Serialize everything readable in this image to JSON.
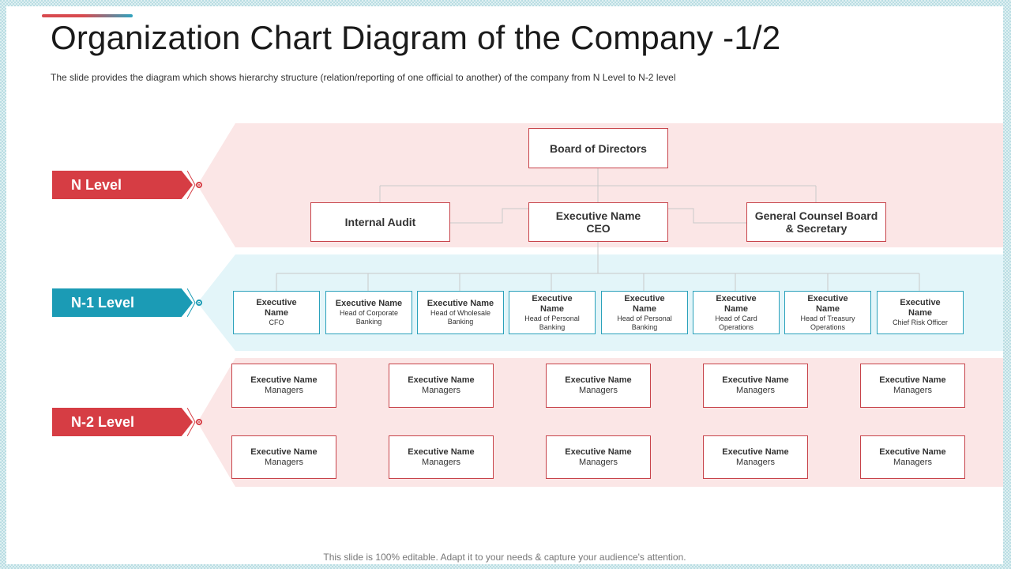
{
  "title": "Organization Chart Diagram of the Company -1/2",
  "subtitle": "The slide provides  the diagram which shows hierarchy structure (relation/reporting  of one official to another)  of the company from N Level  to N-2  level",
  "footer": "This slide is 100% editable. Adapt it to your needs & capture your audience's attention.",
  "colors": {
    "red": "#d63d44",
    "teal": "#1b9bb5",
    "pink_band": "#fbe6e6",
    "blue_band": "#e3f5f9"
  },
  "levels": [
    {
      "label": "N Level"
    },
    {
      "label": "N-1 Level"
    },
    {
      "label": "N-2 Level"
    }
  ],
  "n_level": {
    "board": {
      "name": "Board of Directors"
    },
    "internal_audit": {
      "name": "Internal Audit"
    },
    "ceo": {
      "name": "Executive Name",
      "role": "CEO"
    },
    "counsel": {
      "name": "General Counsel Board & Secretary"
    }
  },
  "n1_level": [
    {
      "name": "Executive Name",
      "role": "CFO"
    },
    {
      "name": "Executive Name",
      "role": "Head of Corporate Banking"
    },
    {
      "name": "Executive Name",
      "role": "Head of Wholesale Banking"
    },
    {
      "name": "Executive Name",
      "role": "Head of Personal Banking"
    },
    {
      "name": "Executive Name",
      "role": "Head of Personal Banking"
    },
    {
      "name": "Executive Name",
      "role": "Head of Card Operations"
    },
    {
      "name": "Executive Name",
      "role": "Head of Treasury Operations"
    },
    {
      "name": "Executive Name",
      "role": "Chief Risk Officer"
    }
  ],
  "n2_level": [
    {
      "name": "Executive Name",
      "role": "Managers"
    },
    {
      "name": "Executive Name",
      "role": "Managers"
    },
    {
      "name": "Executive Name",
      "role": "Managers"
    },
    {
      "name": "Executive Name",
      "role": "Managers"
    },
    {
      "name": "Executive Name",
      "role": "Managers"
    },
    {
      "name": "Executive Name",
      "role": "Managers"
    },
    {
      "name": "Executive Name",
      "role": "Managers"
    },
    {
      "name": "Executive Name",
      "role": "Managers"
    },
    {
      "name": "Executive Name",
      "role": "Managers"
    },
    {
      "name": "Executive Name",
      "role": "Managers"
    }
  ]
}
